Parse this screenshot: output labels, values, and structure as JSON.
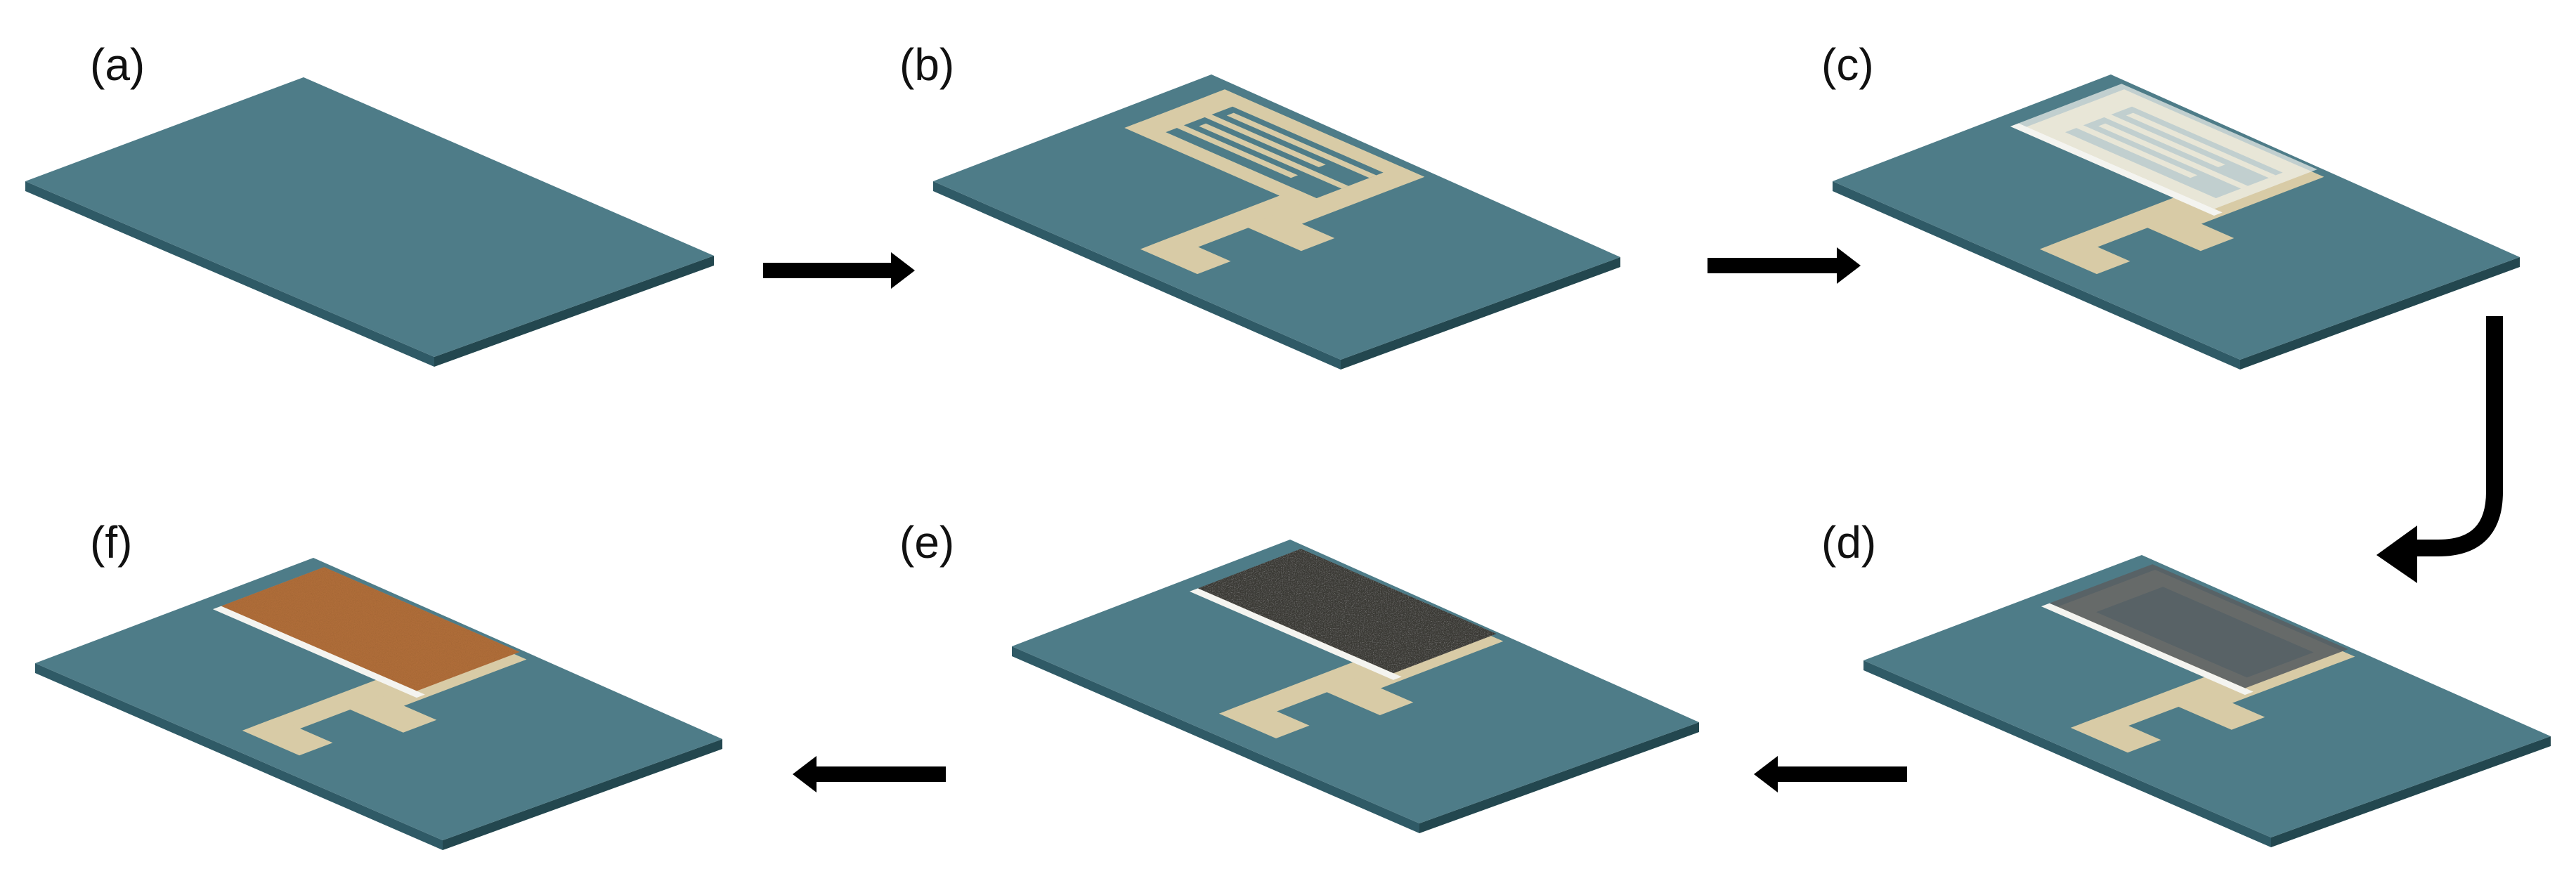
{
  "colors": {
    "substrate_top": "#4e7c88",
    "substrate_edge": "#2f5a66",
    "substrate_side": "#23474f",
    "electrode": "#d8cba6",
    "electrode_side": "#b3a57f",
    "seed_layer": "#eef0ea",
    "dark_film": "#5a5f63",
    "nanorod_film": "#3b3a35",
    "copper_film": "#b5713b",
    "arrow": "#000000"
  },
  "panels": [
    {
      "id": "a",
      "label": "(a)",
      "stage": "bare-substrate"
    },
    {
      "id": "b",
      "label": "(b)",
      "stage": "interdigitated-electrodes"
    },
    {
      "id": "c",
      "label": "(c)",
      "stage": "seed-layer"
    },
    {
      "id": "d",
      "label": "(d)",
      "stage": "dark-film"
    },
    {
      "id": "e",
      "label": "(e)",
      "stage": "textured-film"
    },
    {
      "id": "f",
      "label": "(f)",
      "stage": "copper-film"
    }
  ]
}
